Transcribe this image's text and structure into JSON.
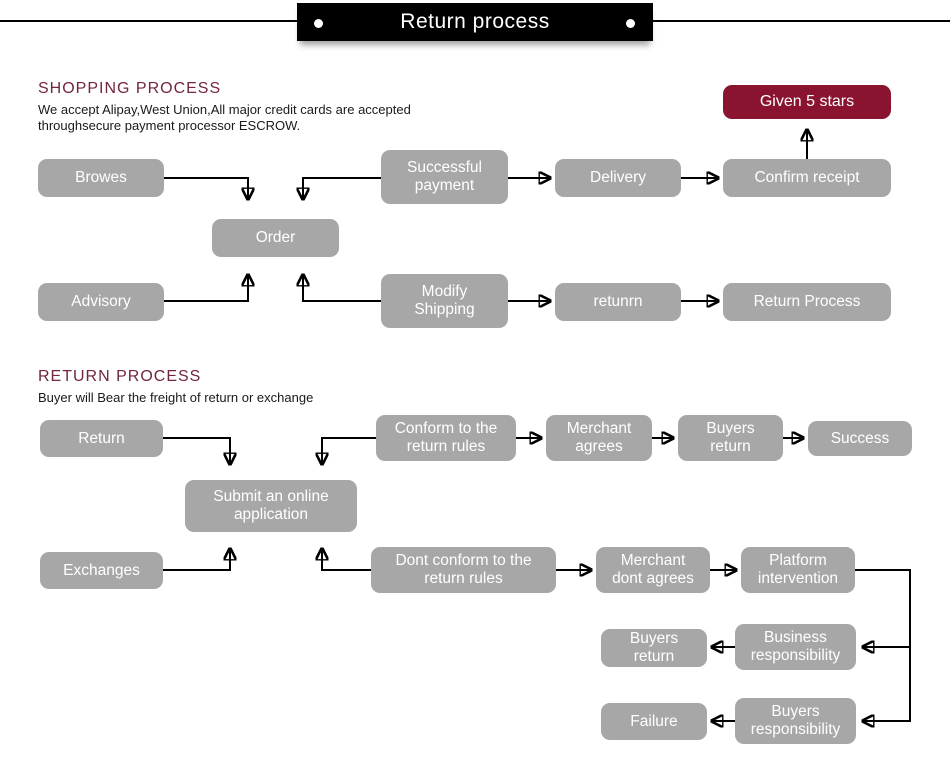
{
  "banner": {
    "title": "Return process"
  },
  "shopping": {
    "heading": "SHOPPING PROCESS",
    "subtitle": "We accept Alipay,West Union,All major credit cards are accepted\nthroughsecure payment processor ESCROW."
  },
  "return_section": {
    "heading": "RETURN PROCESS",
    "subtitle": "Buyer will Bear the freight of return or exchange"
  },
  "nodes": {
    "browes": "Browes",
    "advisory": "Advisory",
    "order": "Order",
    "successful_payment": "Successful\npayment",
    "modify_shipping": "Modify\nShipping",
    "delivery": "Delivery",
    "retunrn": "retunrn",
    "confirm_receipt": "Confirm receipt",
    "return_process": "Return Process",
    "given_5_stars": "Given 5 stars",
    "return_box": "Return",
    "exchanges": "Exchanges",
    "submit_application": "Submit an online\napplication",
    "conform_rules": "Conform to the\nreturn rules",
    "merchant_agrees": "Merchant\nagrees",
    "buyers_return_top": "Buyers\nreturn",
    "success": "Success",
    "dont_conform_rules": "Dont conform to the\nreturn rules",
    "merchant_dont_agrees": "Merchant\ndont agrees",
    "platform_intervention": "Platform\nintervention",
    "business_responsibility": "Business\nresponsibility",
    "buyers_return_bottom": "Buyers\nreturn",
    "buyers_responsibility": "Buyers\nresponsibility",
    "failure": "Failure"
  },
  "colors": {
    "node_bg": "#a7a7a7",
    "node_text": "#ffffff",
    "accent_maroon": "#8a142f",
    "heading_color": "#72253f",
    "banner_bg": "#000000",
    "banner_text": "#ffffff",
    "line_color": "#000000"
  }
}
